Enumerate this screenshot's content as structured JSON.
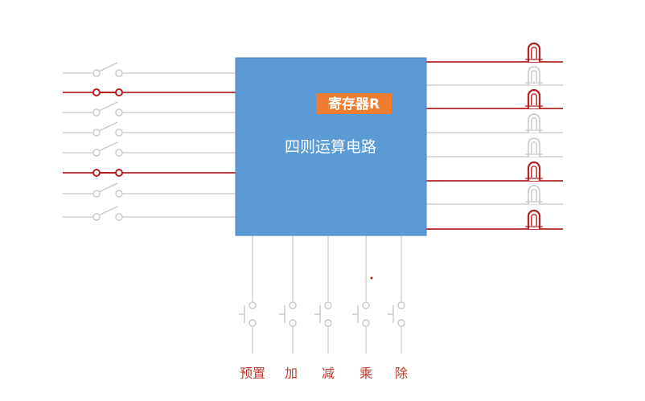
{
  "circuit": {
    "block_label": "四则运算电路",
    "register_label": "寄存器R",
    "colors": {
      "block_fill": "#5b9bd5",
      "block_border": "#4a86c0",
      "register_fill": "#ed7d31",
      "register_text": "#ffffff",
      "block_text": "#ffffff",
      "wire_off": "#c8c8c8",
      "wire_on": "#b22222",
      "button_label": "#c0392b"
    },
    "input_switches": [
      {
        "closed": false
      },
      {
        "closed": true
      },
      {
        "closed": false
      },
      {
        "closed": false
      },
      {
        "closed": false
      },
      {
        "closed": true
      },
      {
        "closed": false
      },
      {
        "closed": false
      }
    ],
    "output_leds": [
      {
        "lit": true
      },
      {
        "lit": false
      },
      {
        "lit": true
      },
      {
        "lit": false
      },
      {
        "lit": false
      },
      {
        "lit": true
      },
      {
        "lit": false
      },
      {
        "lit": true
      }
    ],
    "buttons": [
      {
        "label": "预置",
        "name": "preset"
      },
      {
        "label": "加",
        "name": "add"
      },
      {
        "label": "减",
        "name": "subtract"
      },
      {
        "label": "乘",
        "name": "multiply"
      },
      {
        "label": "除",
        "name": "divide"
      }
    ]
  }
}
